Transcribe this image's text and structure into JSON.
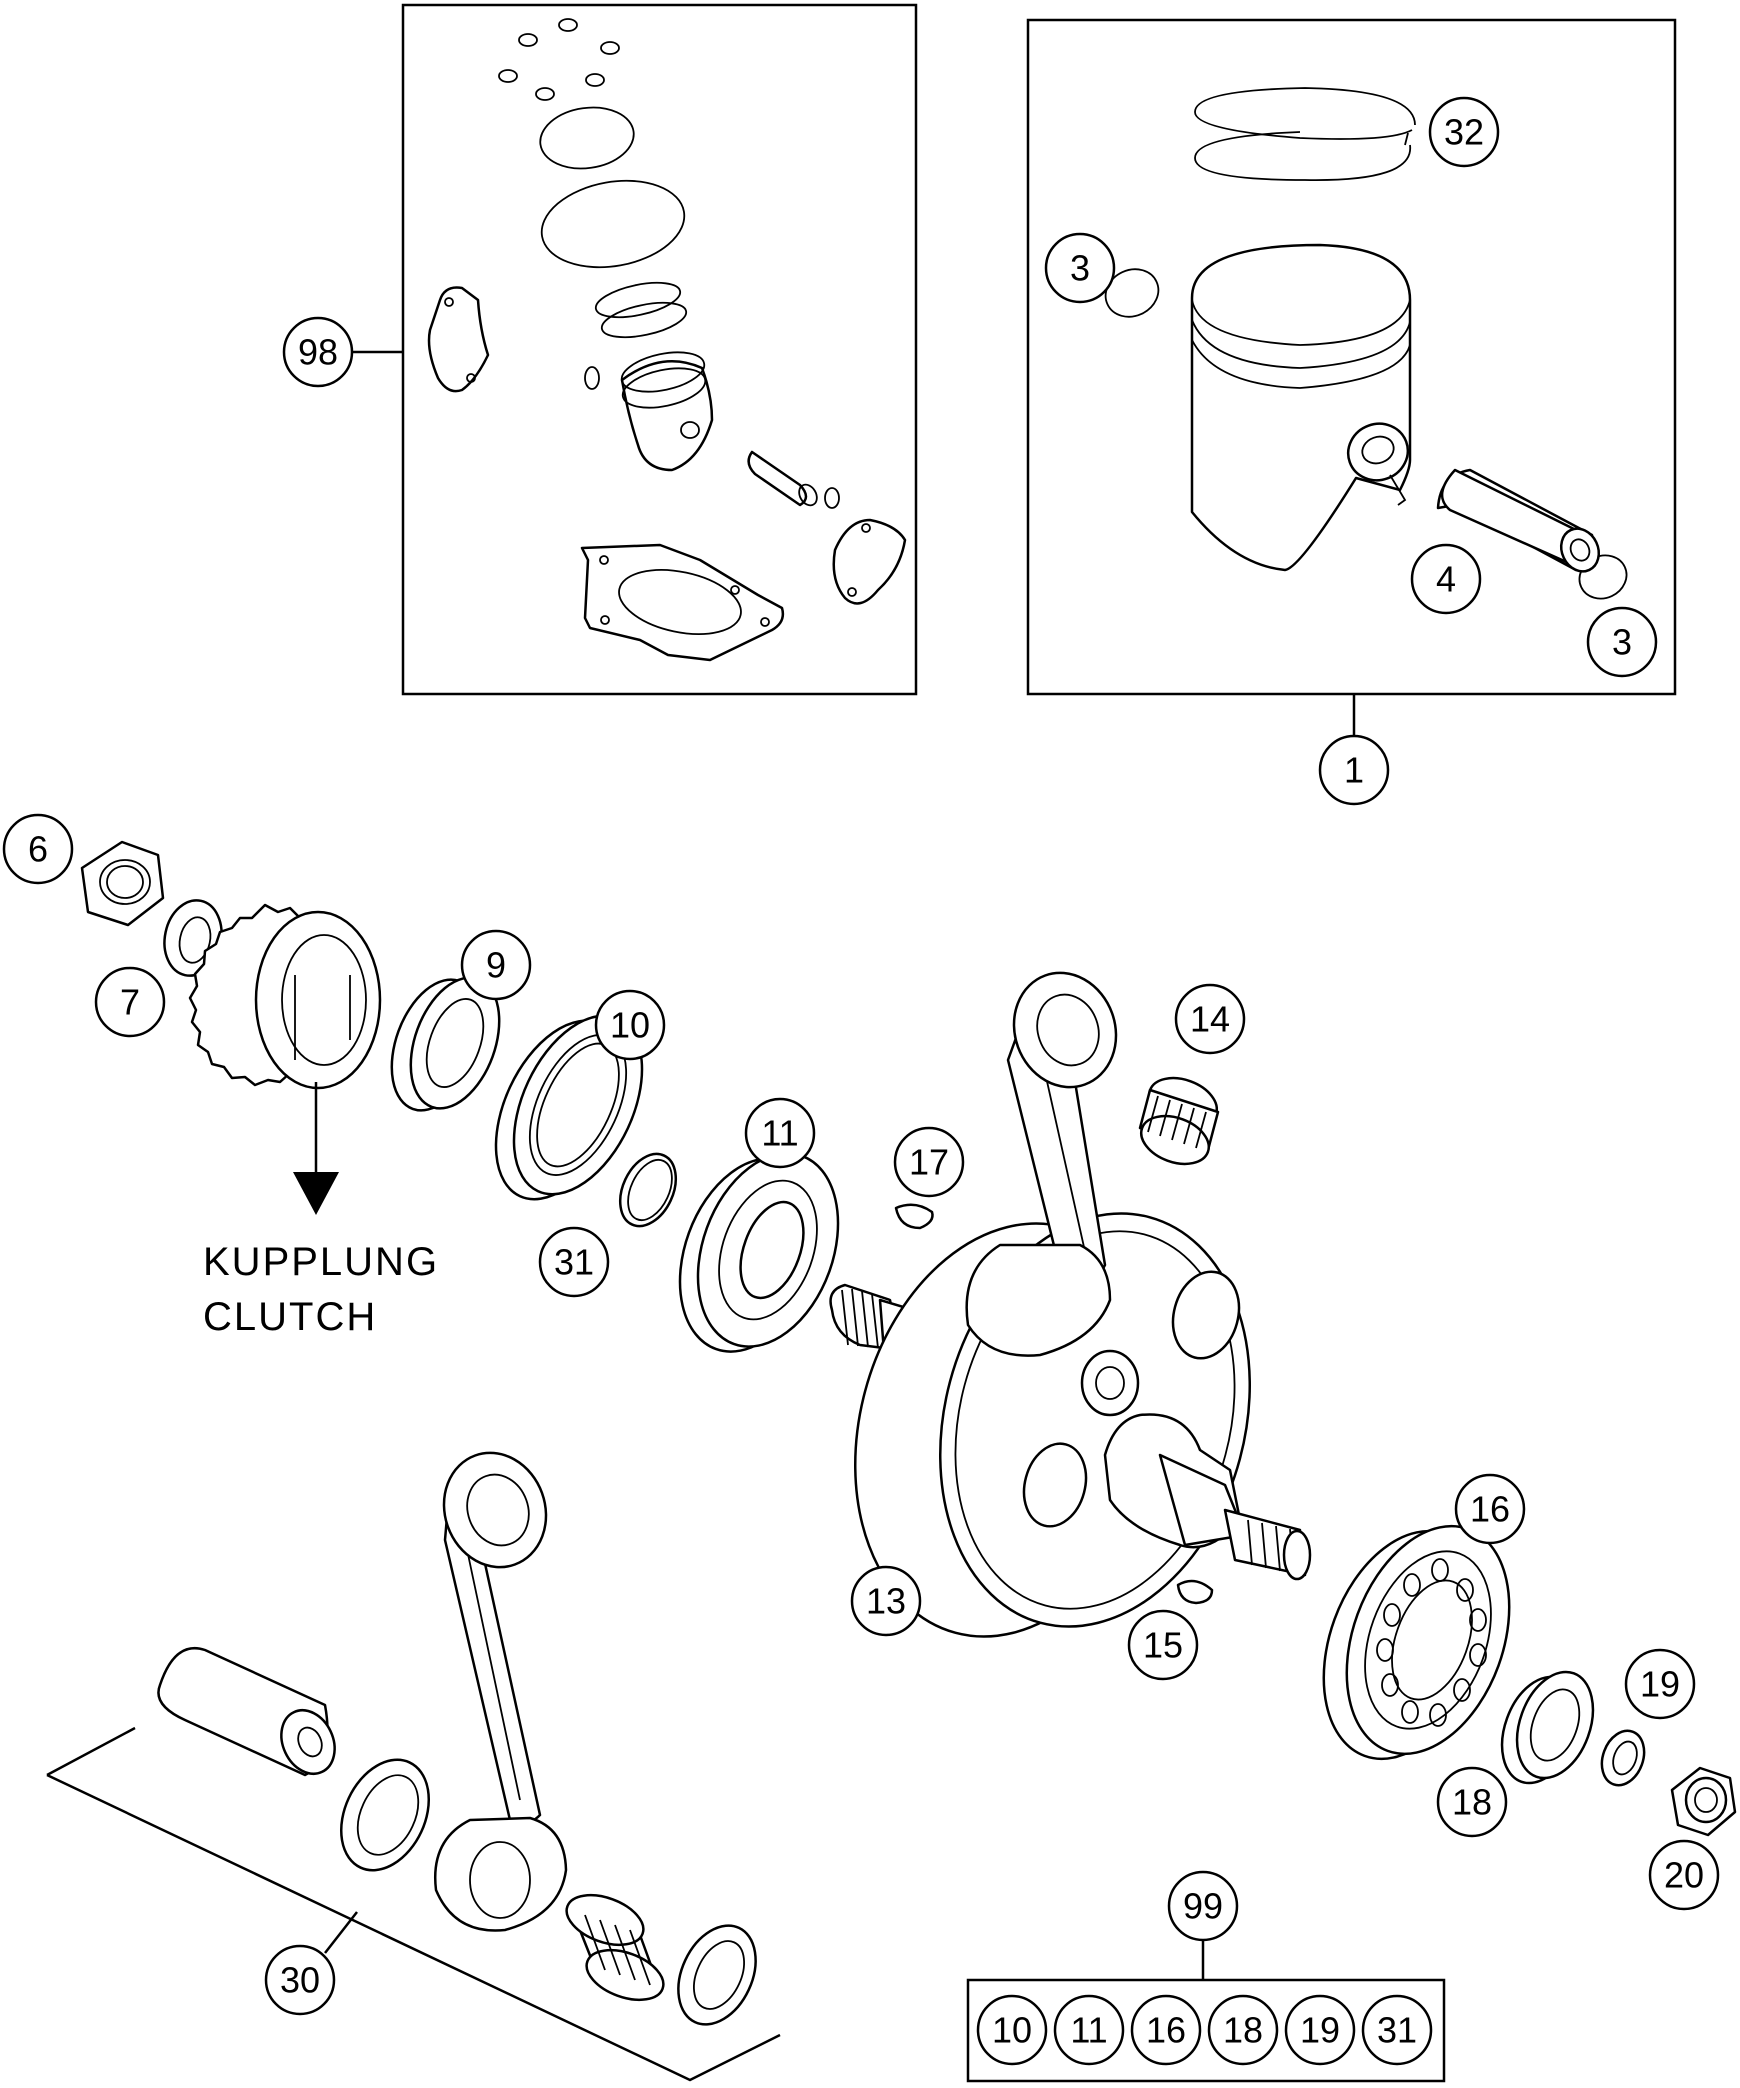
{
  "callouts": {
    "c98": "98",
    "c32": "32",
    "c3a": "3",
    "c3b": "3",
    "c4": "4",
    "c1": "1",
    "c6": "6",
    "c7": "7",
    "c9": "9",
    "c10": "10",
    "c14": "14",
    "c11": "11",
    "c17": "17",
    "c31": "31",
    "c13": "13",
    "c16": "16",
    "c15": "15",
    "c19": "19",
    "c18": "18",
    "c20": "20",
    "c30": "30",
    "c99": "99"
  },
  "kit99_items": [
    "10",
    "11",
    "16",
    "18",
    "19",
    "31"
  ],
  "clutch_note": {
    "line1": "KUPPLUNG",
    "line2": "CLUTCH"
  },
  "colors": {
    "ink": "#000000",
    "paper": "#ffffff"
  }
}
